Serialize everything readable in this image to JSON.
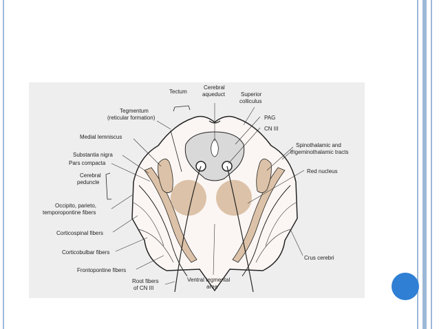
{
  "diagram": {
    "labels": {
      "tectum": "Tectum",
      "cerebral_aqueduct_1": "Cerebral",
      "cerebral_aqueduct_2": "aqueduct",
      "superior_colliculus_1": "Superior",
      "superior_colliculus_2": "colliculus",
      "tegmentum_1": "Tegmentum",
      "tegmentum_2": "(reticular formation)",
      "pag": "PAG",
      "cn3": "CN III",
      "medial_lemniscus": "Medial lemniscus",
      "spinothalamic_1": "Spinothalamic and",
      "spinothalamic_2": "trigeminothalamic tracts",
      "substantia_nigra": "Substantia nigra",
      "pars_compacta": "Pars compacta",
      "red_nucleus": "Red nucleus",
      "cerebral_peduncle_1": "Cerebral",
      "cerebral_peduncle_2": "peduncle",
      "occipito_1": "Occipito, parieto,",
      "occipito_2": "temporopontine fibers",
      "corticospinal": "Corticospinal fibers",
      "corticobulbar": "Corticobulbar fibers",
      "crus_cerebri": "Crus cerebri",
      "frontopontine": "Frontopontine fibers",
      "root_fibers_1": "Root fibers",
      "root_fibers_2": "of CN III",
      "ventral_tegmental_1": "Ventral tegmental",
      "ventral_tegmental_2": "area"
    },
    "colors": {
      "tissue": "#fbf6f3",
      "aqueduct_gray": "#d9d9d9",
      "nucleus_tan": "#dcc2a8",
      "outline": "#222222",
      "background": "#eeeeee"
    }
  },
  "slide": {
    "accent": "#2f7fd4",
    "frame": "#9cb8d6"
  }
}
